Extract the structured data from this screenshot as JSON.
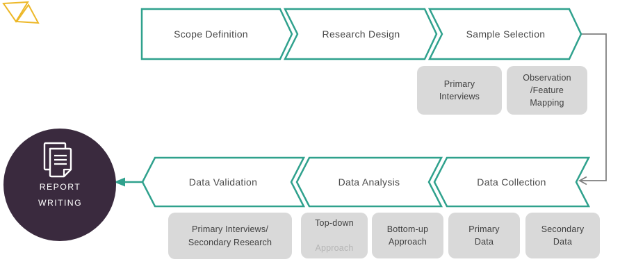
{
  "process": {
    "top_row": [
      {
        "label": "Scope Definition"
      },
      {
        "label": "Research Design"
      },
      {
        "label": "Sample Selection"
      }
    ],
    "bottom_row": [
      {
        "label": "Data Validation"
      },
      {
        "label": "Data Analysis"
      },
      {
        "label": "Data Collection"
      }
    ]
  },
  "sub_items": {
    "sample_selection": [
      {
        "text": "Primary\nInterviews"
      },
      {
        "text": "Observation\n/Feature\nMapping"
      }
    ],
    "data_validation": [
      {
        "text": "Primary Interviews/\nSecondary Research"
      }
    ],
    "data_analysis": [
      {
        "line1": "Top-down",
        "line2": "Approach"
      },
      {
        "text": "Bottom-up\nApproach"
      }
    ],
    "data_collection": [
      {
        "text": "Primary\nData"
      },
      {
        "text": "Secondary\nData"
      }
    ]
  },
  "report_node": {
    "label": "REPORT\nWRITING",
    "icon": "document-icon"
  },
  "colors": {
    "teal": "#2FA18D",
    "purple": "#3A2A3E",
    "box_gray": "#D9D9D9",
    "text_dark": "#3F3F3F",
    "text_faded": "#B5B5B5",
    "connector_gray": "#7F7F7F",
    "accent_gold": "#EDB829",
    "chevron_fill": "#FFFFFF"
  }
}
